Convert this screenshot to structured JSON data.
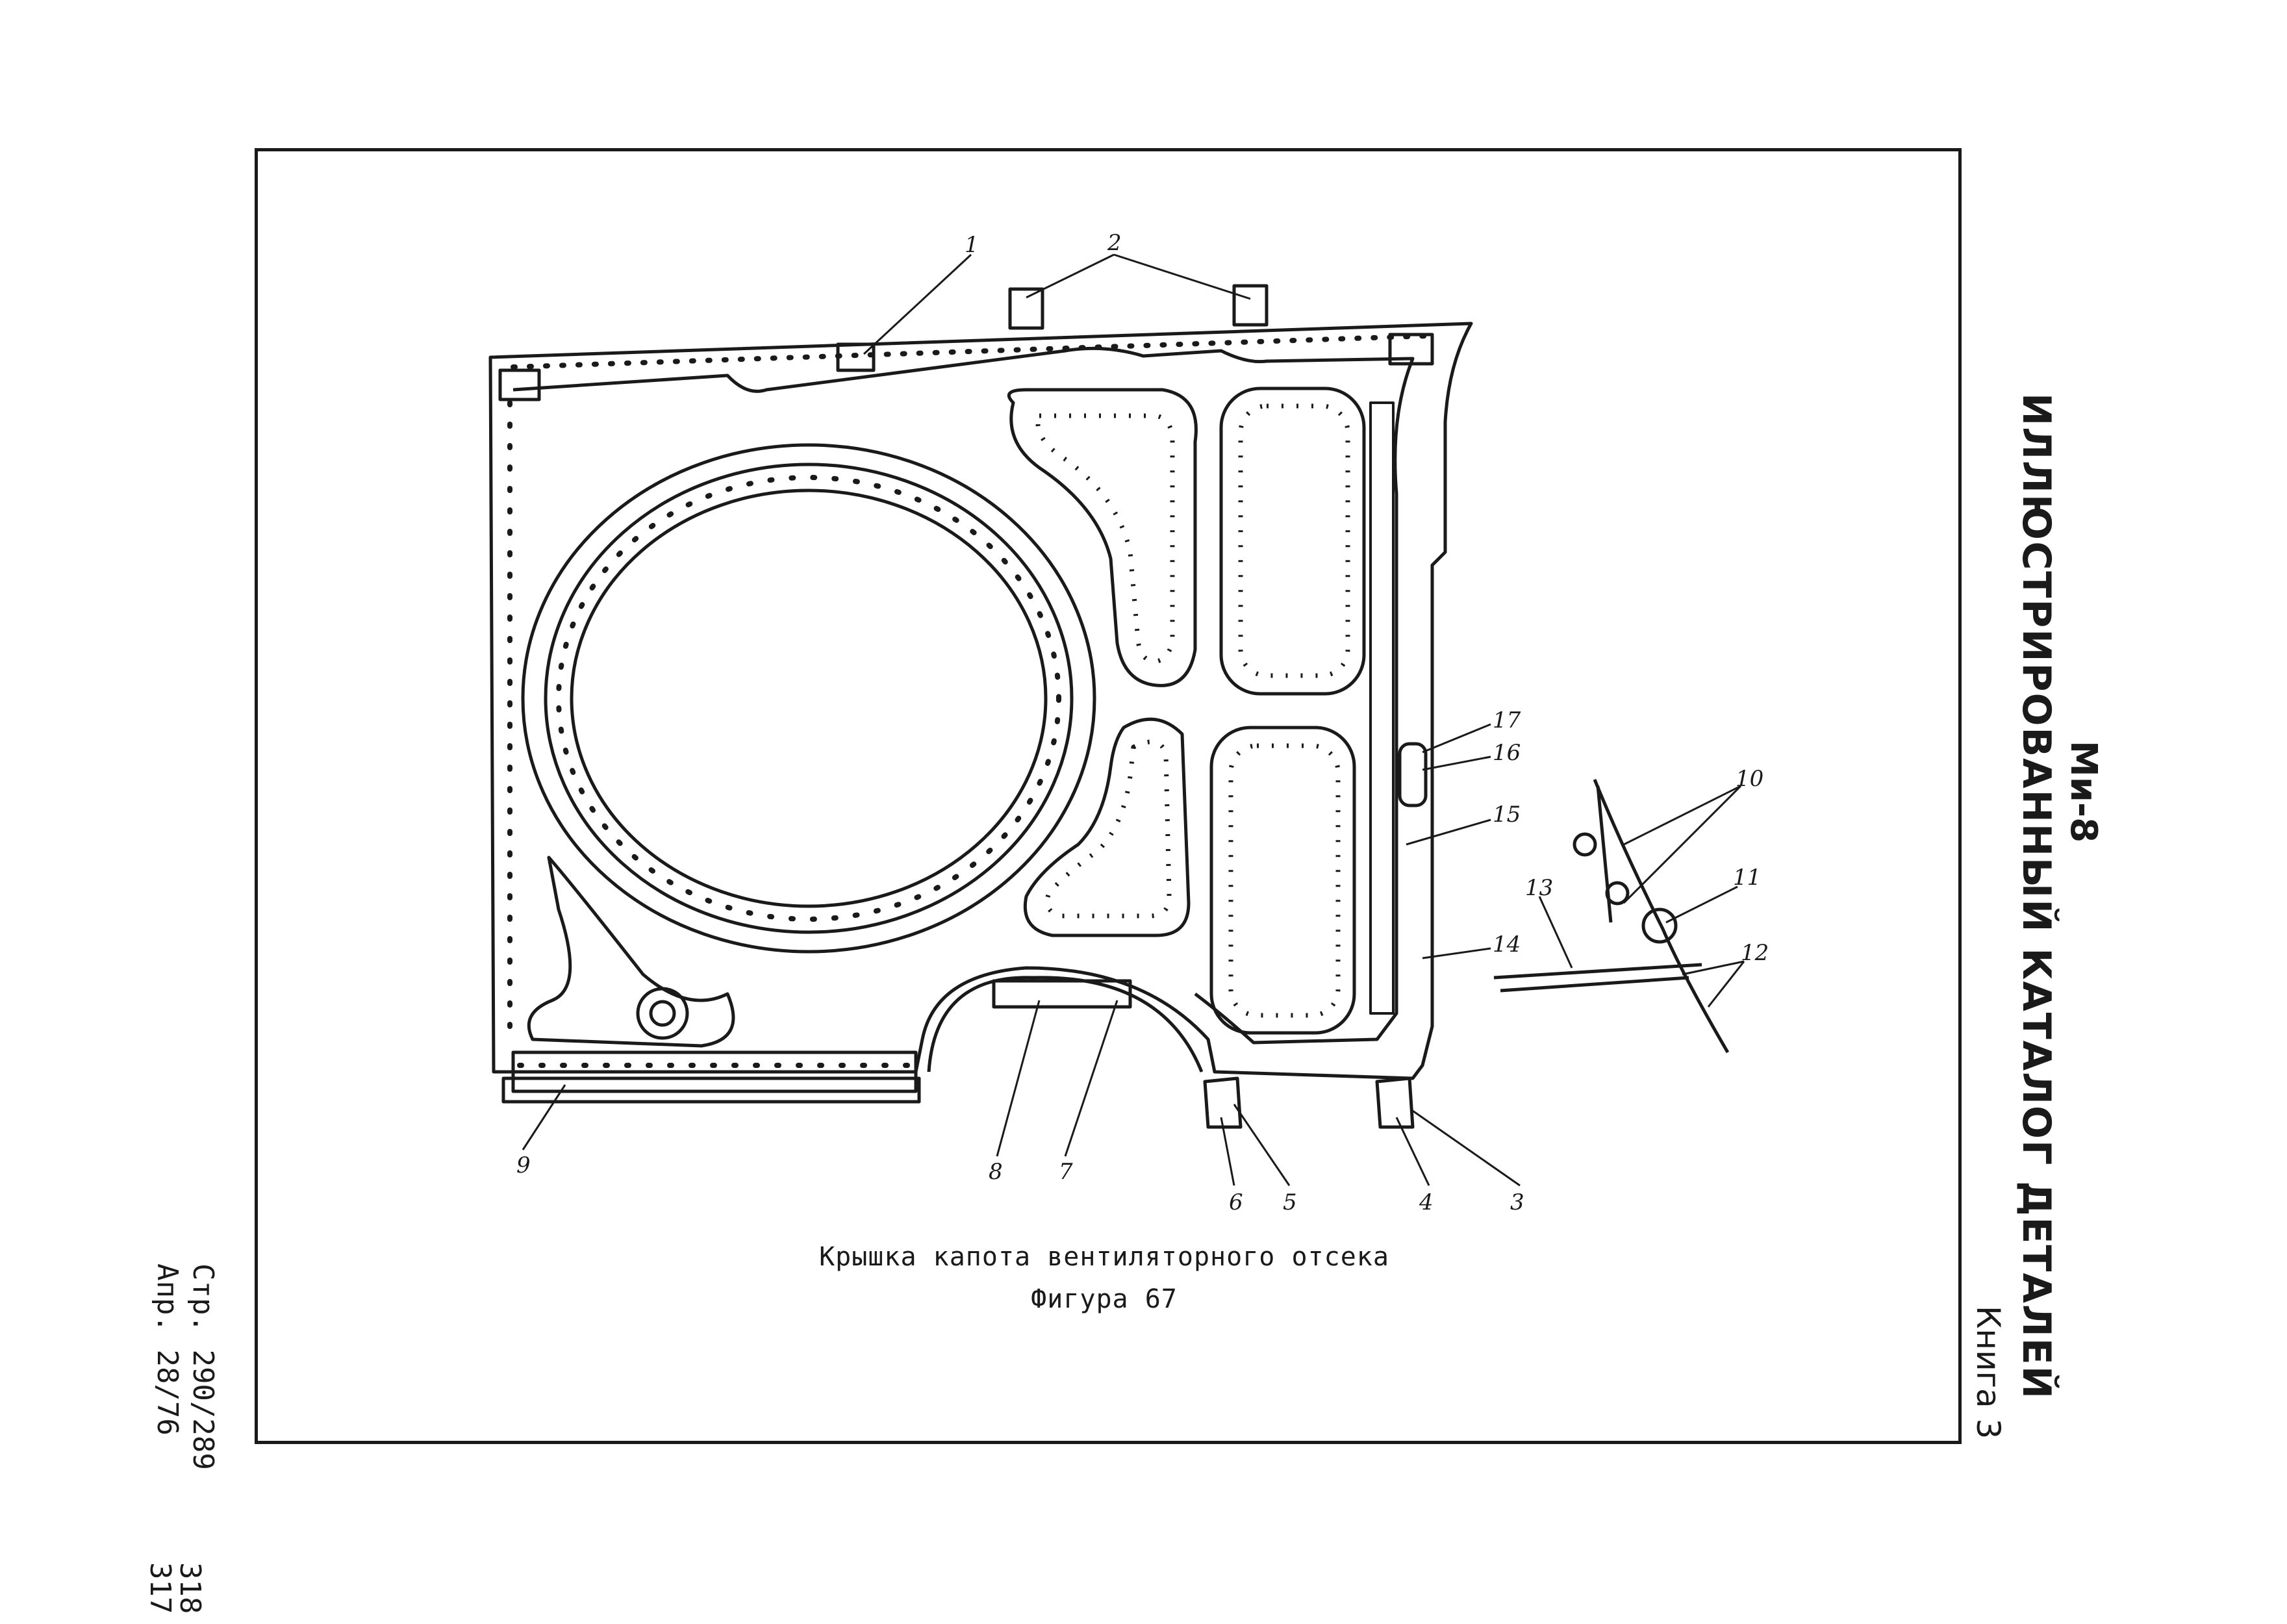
{
  "page": {
    "model": "Ми-8",
    "catalog_title": "ИЛЛЮСТРИРОВАННЫЙ КАТАЛОГ ДЕТАЛЕЙ",
    "book": "Книга 3",
    "page_ref": "Стр. 290/289",
    "apr_ref": "Апр. 28/76",
    "sheet_top": "318",
    "sheet_bottom": "317"
  },
  "figure": {
    "caption": "Крышка капота вентиляторного отсека",
    "number": "Фигура 67",
    "callouts": [
      "1",
      "2",
      "3",
      "4",
      "5",
      "6",
      "7",
      "8",
      "9",
      "10",
      "11",
      "12",
      "13",
      "14",
      "15",
      "16",
      "17"
    ]
  }
}
